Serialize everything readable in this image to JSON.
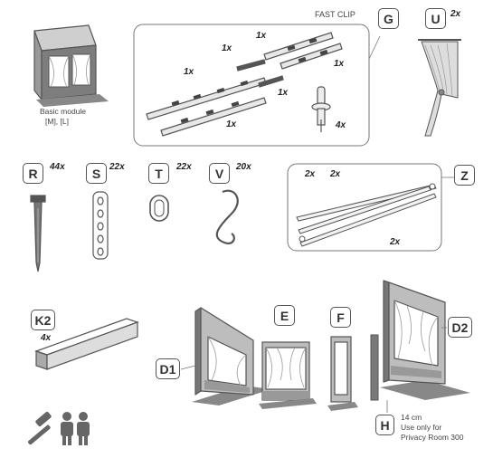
{
  "basic_module": {
    "line1": "Basic module",
    "line2": "[M], [L]"
  },
  "fast_clip": "FAST CLIP",
  "part_g": {
    "label": "G",
    "quantities": [
      "1x",
      "1x",
      "1x",
      "1x",
      "1x",
      "1x",
      "4x"
    ]
  },
  "part_u": {
    "label": "U",
    "quantity": "2x"
  },
  "part_r": {
    "label": "R",
    "quantity": "44x"
  },
  "part_s": {
    "label": "S",
    "quantity": "22x"
  },
  "part_t": {
    "label": "T",
    "quantity": "22x"
  },
  "part_v": {
    "label": "V",
    "quantity": "20x"
  },
  "part_z": {
    "label": "Z",
    "quantities": [
      "2x",
      "2x",
      "2x"
    ]
  },
  "part_k2": {
    "label": "K2",
    "quantity": "4x"
  },
  "part_d1": {
    "label": "D1"
  },
  "part_e": {
    "label": "E"
  },
  "part_f": {
    "label": "F"
  },
  "part_d2": {
    "label": "D2"
  },
  "part_h": {
    "label": "H",
    "line1": "14 cm",
    "line2": "Use only for",
    "line3": "Privacy Room 300"
  },
  "colors": {
    "outline": "#555555",
    "fabric": "#d9d9d9",
    "ground": "#8a8a8a",
    "frame": "#6b6b6b"
  },
  "icons": [
    "hammer-icon",
    "two-persons-icon"
  ]
}
